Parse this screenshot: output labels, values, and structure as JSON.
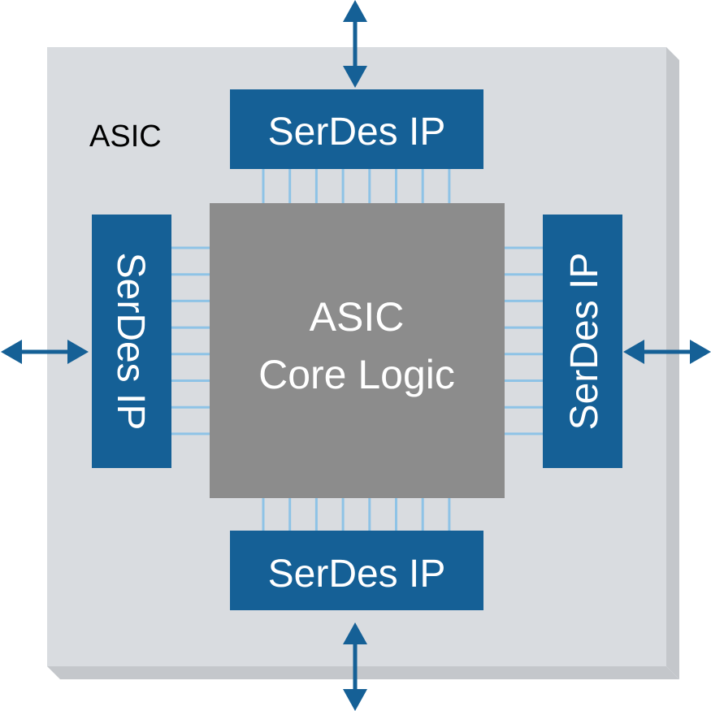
{
  "diagram": {
    "board_label": "ASIC",
    "core": {
      "line1": "ASIC",
      "line2": "Core Logic"
    },
    "serdes_blocks": [
      {
        "id": "top",
        "label": "SerDes IP"
      },
      {
        "id": "bottom",
        "label": "SerDes IP"
      },
      {
        "id": "left",
        "label": "SerDes IP"
      },
      {
        "id": "right",
        "label": "SerDes IP"
      }
    ],
    "lanes_per_side": 8,
    "colors": {
      "board": "#d9dce0",
      "board_side": "#c4c7cb",
      "core": "#8c8c8c",
      "serdes": "#156096",
      "lane": "#8ec3e6",
      "arrow": "#156096",
      "label_dark": "#000000",
      "label_light": "#ffffff"
    }
  }
}
